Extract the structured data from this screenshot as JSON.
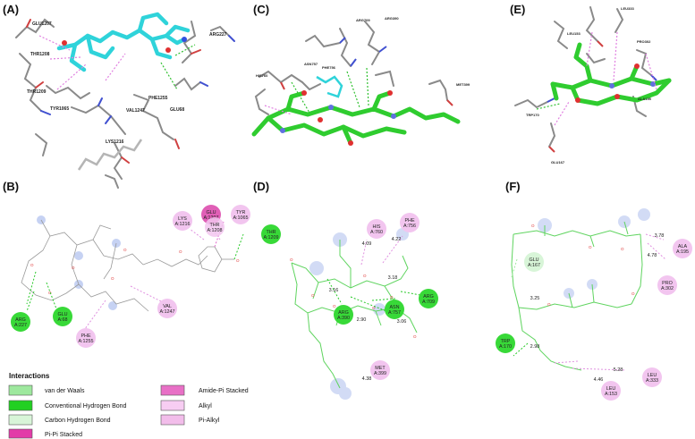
{
  "panels": {
    "a": {
      "label": "(A)",
      "residues": [
        "GLU1207",
        "ARG227",
        "THR1208",
        "PHE1255",
        "VAL1247",
        "THR1209",
        "TYR1065",
        "GLU68",
        "LYS1216"
      ]
    },
    "c": {
      "label": "(C)",
      "residues": [
        "ARG709",
        "ARG390",
        "ASN757",
        "HIS760",
        "PHE756",
        "MET399"
      ]
    },
    "e": {
      "label": "(E)",
      "residues": [
        "LEU333",
        "LEU153",
        "PRO302",
        "ALA195",
        "TRP170",
        "GLU167"
      ]
    },
    "b": {
      "label": "(B)",
      "bubbles": [
        {
          "name": "LYS",
          "id": "A:1216"
        },
        {
          "name": "GLU",
          "id": "A:1207"
        },
        {
          "name": "THR",
          "id": "A:1208"
        },
        {
          "name": "TYR",
          "id": "A:1065"
        },
        {
          "name": "THR",
          "id": "A:1209"
        },
        {
          "name": "ARG",
          "id": "A:227"
        },
        {
          "name": "GLU",
          "id": "A:68"
        },
        {
          "name": "VAL",
          "id": "A:1247"
        },
        {
          "name": "PHE",
          "id": "A:1255"
        }
      ]
    },
    "d": {
      "label": "(D)",
      "bubbles": [
        {
          "name": "HIS",
          "id": "A:760"
        },
        {
          "name": "PHE",
          "id": "A:756"
        },
        {
          "name": "ARG",
          "id": "A:390"
        },
        {
          "name": "ASN",
          "id": "A:757"
        },
        {
          "name": "ARG",
          "id": "A:709"
        },
        {
          "name": "MET",
          "id": "A:399"
        }
      ],
      "distances": [
        "4.09",
        "4.22",
        "3.16",
        "3.18",
        "2.90",
        "3.06",
        "4.38"
      ]
    },
    "f": {
      "label": "(F)",
      "bubbles": [
        {
          "name": "GLU",
          "id": "A:167"
        },
        {
          "name": "ALA",
          "id": "A:195"
        },
        {
          "name": "PRO",
          "id": "A:302"
        },
        {
          "name": "TRP",
          "id": "A:170"
        },
        {
          "name": "LEU",
          "id": "A:333"
        },
        {
          "name": "LEU",
          "id": "A:153"
        }
      ],
      "distances": [
        "3.78",
        "4.78",
        "3.25",
        "2.98",
        "5.28",
        "4.46"
      ]
    }
  },
  "legend": {
    "title": "Interactions",
    "items": [
      "van der Waals",
      "Conventional Hydrogen Bond",
      "Carbon Hydrogen Bond",
      "Pi-Pi Stacked",
      "Amide-Pi Stacked",
      "Alkyl",
      "Pi-Alkyl"
    ],
    "colors": [
      "#9ee89e",
      "#22d022",
      "#d8f5d8",
      "#e23ba8",
      "#e870c6",
      "#f7cdf2",
      "#f2bdea"
    ]
  }
}
